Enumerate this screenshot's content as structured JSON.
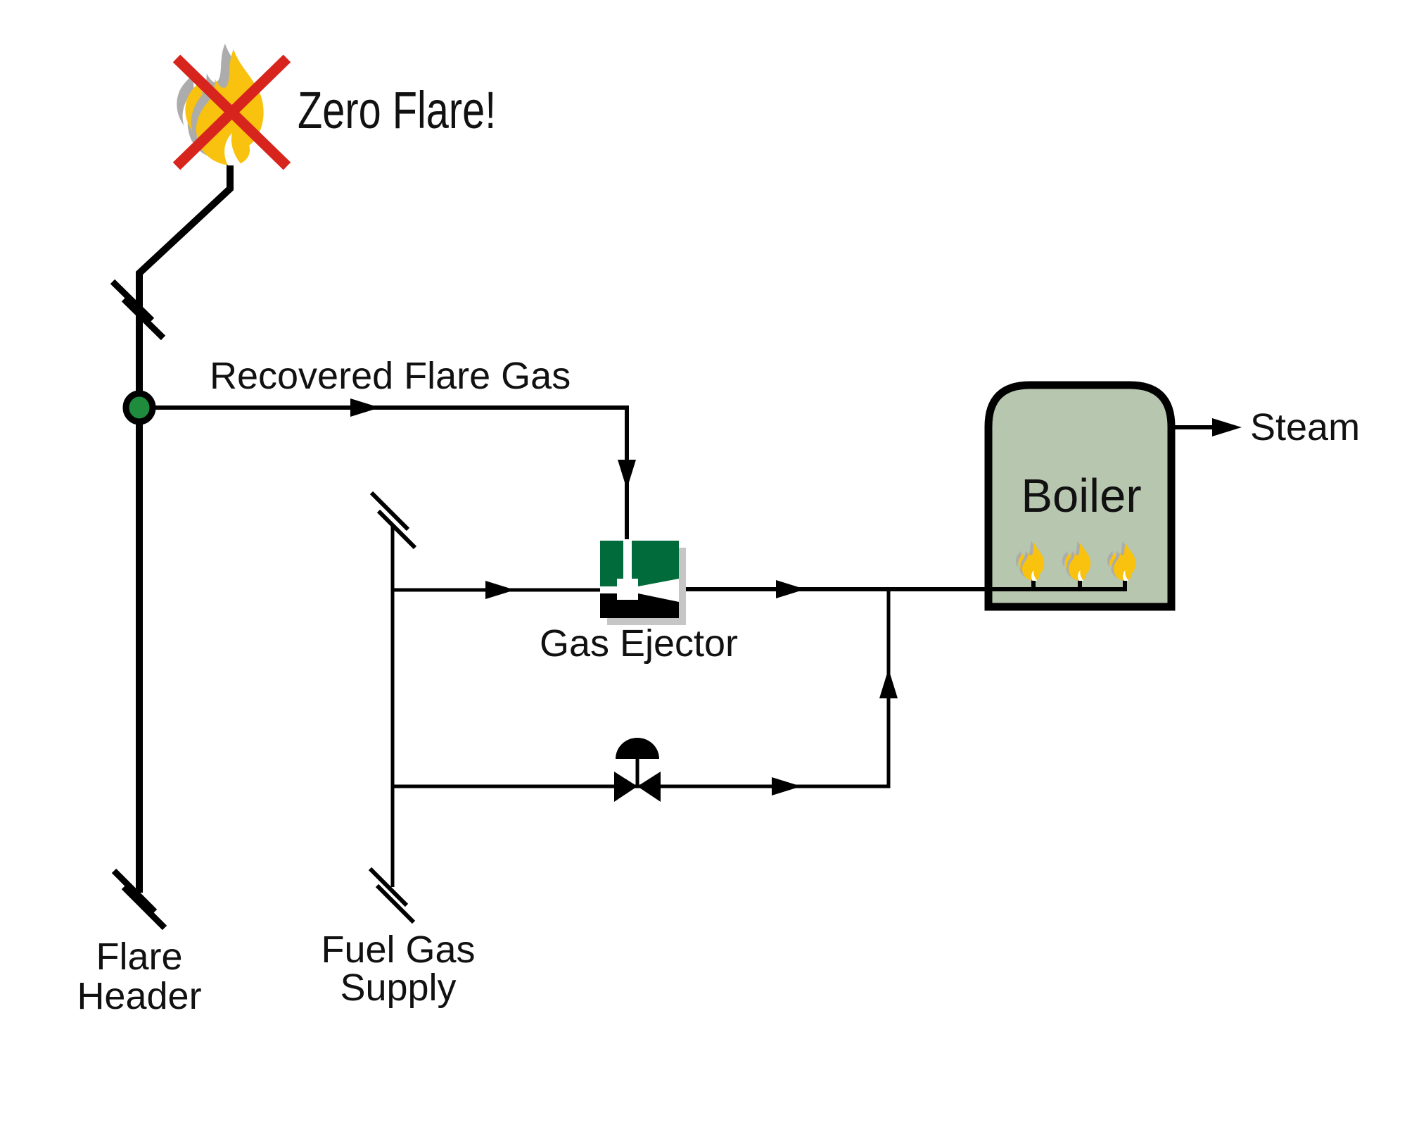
{
  "diagram": {
    "title_annotation": "Zero Flare!",
    "labels": {
      "recovered_flare_gas": "Recovered Flare Gas",
      "gas_ejector": "Gas Ejector",
      "boiler": "Boiler",
      "steam": "Steam",
      "flare_header": [
        "Flare",
        "Header"
      ],
      "fuel_gas_supply": [
        "Fuel Gas",
        "Supply"
      ]
    },
    "icons": {
      "no_flare_icon": "flame-crossed-out-red-x",
      "burner_flame_icon": "flame",
      "control_valve_icon": "valve-bowtie-with-diaphragm-actuator",
      "pipe_break_icon": "double-slash-line-break",
      "junction_dot_icon": "green-tee-junction-dot",
      "flow_arrow_icon": "solid-triangle-arrowhead"
    },
    "colors": {
      "flame_yellow": "#F8C20E",
      "flame_shadow_gray": "#ACACAC",
      "cross_red": "#D7251D",
      "junction_green": "#1E8B3D",
      "ejector_green": "#016B3B",
      "ejector_shadow_gray": "#C6C6C6",
      "boiler_fill_sage": "#B7C6AF",
      "line_black": "#000000"
    }
  }
}
